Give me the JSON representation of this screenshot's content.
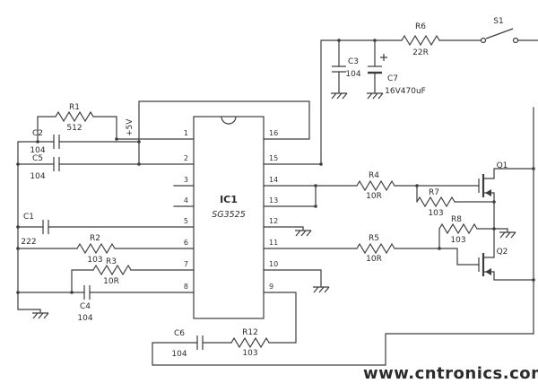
{
  "watermark": "www.cntronics.com",
  "power_label": "+5V",
  "colors": {
    "wire": "#3d3d3d",
    "watermark": "#a3c642"
  },
  "ic": {
    "ref": "IC1",
    "part": "SG3525",
    "pins_left": [
      "1",
      "2",
      "3",
      "4",
      "5",
      "6",
      "7",
      "8"
    ],
    "pins_right": [
      "16",
      "15",
      "14",
      "13",
      "12",
      "11",
      "10",
      "9"
    ]
  },
  "components": {
    "R1": {
      "ref": "R1",
      "value": "512"
    },
    "R2": {
      "ref": "R2",
      "value": "103"
    },
    "R3": {
      "ref": "R3",
      "value": "10R"
    },
    "R4": {
      "ref": "R4",
      "value": "10R"
    },
    "R5": {
      "ref": "R5",
      "value": "10R"
    },
    "R6": {
      "ref": "R6",
      "value": "22R"
    },
    "R7": {
      "ref": "R7",
      "value": "103"
    },
    "R8": {
      "ref": "R8",
      "value": "103"
    },
    "R12": {
      "ref": "R12",
      "value": "103"
    },
    "C1": {
      "ref": "C1",
      "value": "222"
    },
    "C2": {
      "ref": "C2",
      "value": "104"
    },
    "C3": {
      "ref": "C3",
      "value": "104"
    },
    "C4": {
      "ref": "C4",
      "value": "104"
    },
    "C5": {
      "ref": "C5",
      "value": "104"
    },
    "C6": {
      "ref": "C6",
      "value": "104"
    },
    "C7": {
      "ref": "C7",
      "value": "16V470uF"
    },
    "Q1": {
      "ref": "Q1"
    },
    "Q2": {
      "ref": "Q2"
    },
    "S1": {
      "ref": "S1"
    }
  }
}
